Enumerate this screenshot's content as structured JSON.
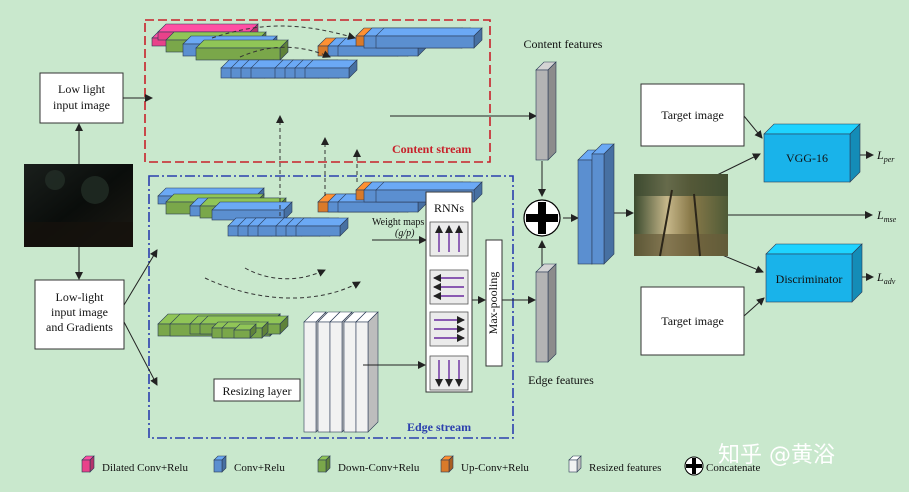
{
  "inputs": {
    "low_light": [
      "Low light",
      "input image"
    ],
    "low_light_grad": [
      "Low-light",
      "input image",
      "and Gradients"
    ]
  },
  "streams": {
    "content": "Content stream",
    "edge": "Edge stream"
  },
  "features": {
    "content": "Content features",
    "edge": "Edge features"
  },
  "weight_maps": {
    "label": "Weight maps",
    "sub": "(g/p)"
  },
  "rnns": "RNNs",
  "max_pooling": "Max-pooling",
  "resizing_layer": "Resizing layer",
  "targets": {
    "top": "Target image",
    "bottom": "Target image"
  },
  "blocks": {
    "vgg": "VGG-16",
    "disc": "Discriminator"
  },
  "losses": {
    "per": {
      "main": "L",
      "sub": "per"
    },
    "mse": {
      "main": "L",
      "sub": "mse"
    },
    "adv": {
      "main": "L",
      "sub": "adv"
    }
  },
  "legend": [
    {
      "label": "Dilated Conv+Relu",
      "color": "#e8428a"
    },
    {
      "label": "Conv+Relu",
      "color": "#5b8fd0"
    },
    {
      "label": "Down-Conv+Relu",
      "color": "#7aa74a"
    },
    {
      "label": "Up-Conv+Relu",
      "color": "#d97a2a"
    },
    {
      "label": "Resized features",
      "color": "#f2f2f2"
    },
    {
      "label": "Concatenate",
      "color": "#000000"
    }
  ],
  "watermark": "知乎 @黄浴",
  "colors": {
    "background": "#c9e8cd",
    "conv": "#5b8fd0",
    "down": "#7aa74a",
    "up": "#d97a2a",
    "dilated": "#e8428a",
    "block_cyan": "#19b3ea",
    "feature_gray": "#b4b4b4"
  }
}
